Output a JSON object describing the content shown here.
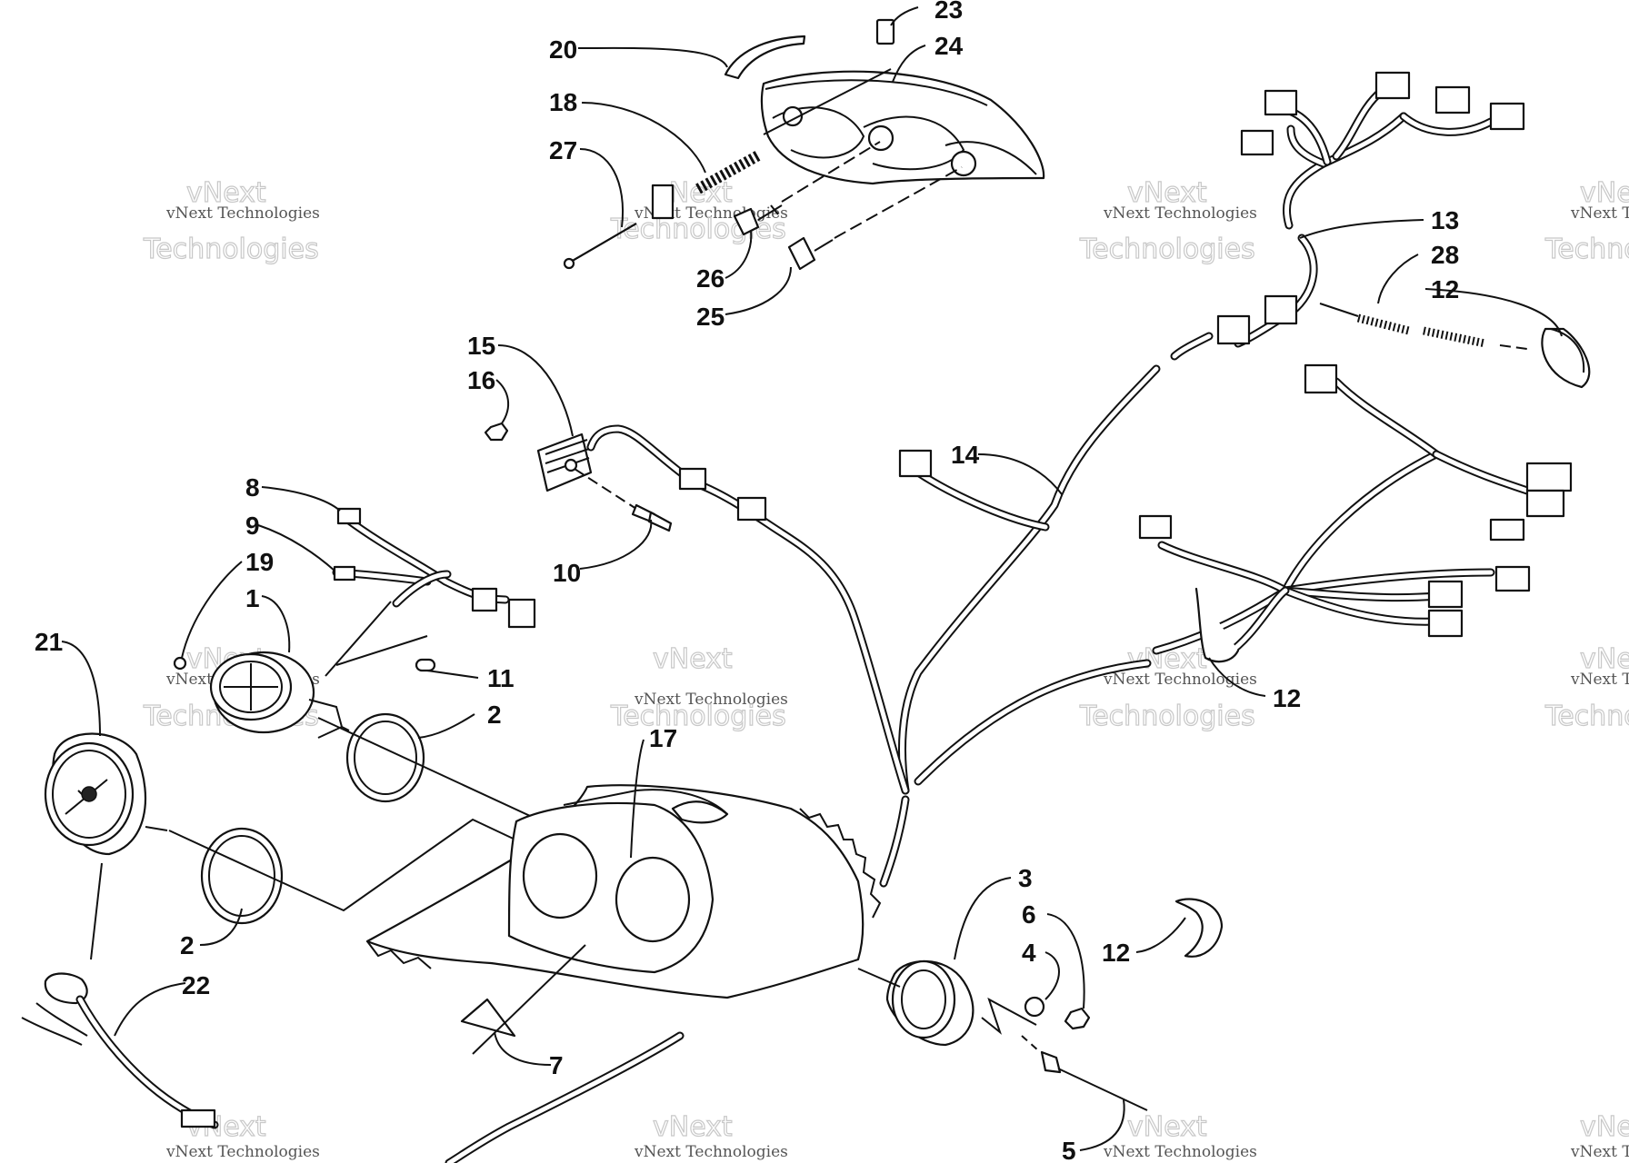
{
  "watermark": {
    "small": "vNext Technologies",
    "large_top": "vNext",
    "large_bottom": "Technologies"
  },
  "callouts": [
    {
      "id": "c20",
      "label": "20"
    },
    {
      "id": "c23",
      "label": "23"
    },
    {
      "id": "c24",
      "label": "24"
    },
    {
      "id": "c18",
      "label": "18"
    },
    {
      "id": "c27",
      "label": "27"
    },
    {
      "id": "c26",
      "label": "26"
    },
    {
      "id": "c25",
      "label": "25"
    },
    {
      "id": "c13",
      "label": "13"
    },
    {
      "id": "c28",
      "label": "28"
    },
    {
      "id": "c12a",
      "label": "12"
    },
    {
      "id": "c15",
      "label": "15"
    },
    {
      "id": "c16",
      "label": "16"
    },
    {
      "id": "c14",
      "label": "14"
    },
    {
      "id": "c8",
      "label": "8"
    },
    {
      "id": "c9",
      "label": "9"
    },
    {
      "id": "c10",
      "label": "10"
    },
    {
      "id": "c19",
      "label": "19"
    },
    {
      "id": "c1",
      "label": "1"
    },
    {
      "id": "c21",
      "label": "21"
    },
    {
      "id": "c11",
      "label": "11"
    },
    {
      "id": "c2a",
      "label": "2"
    },
    {
      "id": "c12b",
      "label": "12"
    },
    {
      "id": "c17",
      "label": "17"
    },
    {
      "id": "c3",
      "label": "3"
    },
    {
      "id": "c6",
      "label": "6"
    },
    {
      "id": "c4",
      "label": "4"
    },
    {
      "id": "c12c",
      "label": "12"
    },
    {
      "id": "c2b",
      "label": "2"
    },
    {
      "id": "c22",
      "label": "22"
    },
    {
      "id": "c7",
      "label": "7"
    },
    {
      "id": "c5",
      "label": "5"
    }
  ]
}
